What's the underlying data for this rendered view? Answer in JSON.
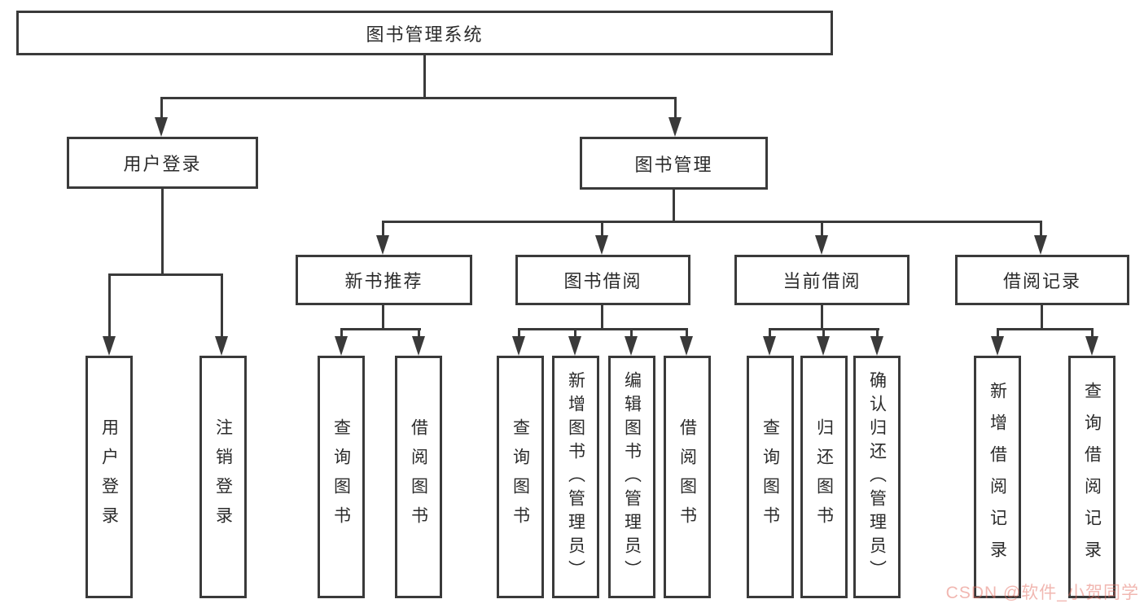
{
  "diagram": {
    "title": "图书管理系统",
    "level1": [
      {
        "label": "用户登录"
      },
      {
        "label": "图书管理"
      }
    ],
    "level2": [
      {
        "label": "新书推荐"
      },
      {
        "label": "图书借阅"
      },
      {
        "label": "当前借阅"
      },
      {
        "label": "借阅记录"
      }
    ],
    "leaves": {
      "user": [
        "用户登录",
        "注销登录"
      ],
      "new_books": [
        "查询图书",
        "借阅图书"
      ],
      "borrow": [
        "查询图书",
        "新增图书（管理员）",
        "编辑图书（管理员）",
        "借阅图书"
      ],
      "current": [
        "查询图书",
        "归还图书",
        "确认归还（管理员）"
      ],
      "records": [
        "新增借阅记录",
        "查询借阅记录"
      ]
    }
  },
  "colors": {
    "line": "#3a3a3a",
    "box_background": "#ffffff",
    "text": "#2b2b2b",
    "watermark": "#e47064"
  },
  "watermark": {
    "text": "CSDN @软件_小贺同学"
  }
}
